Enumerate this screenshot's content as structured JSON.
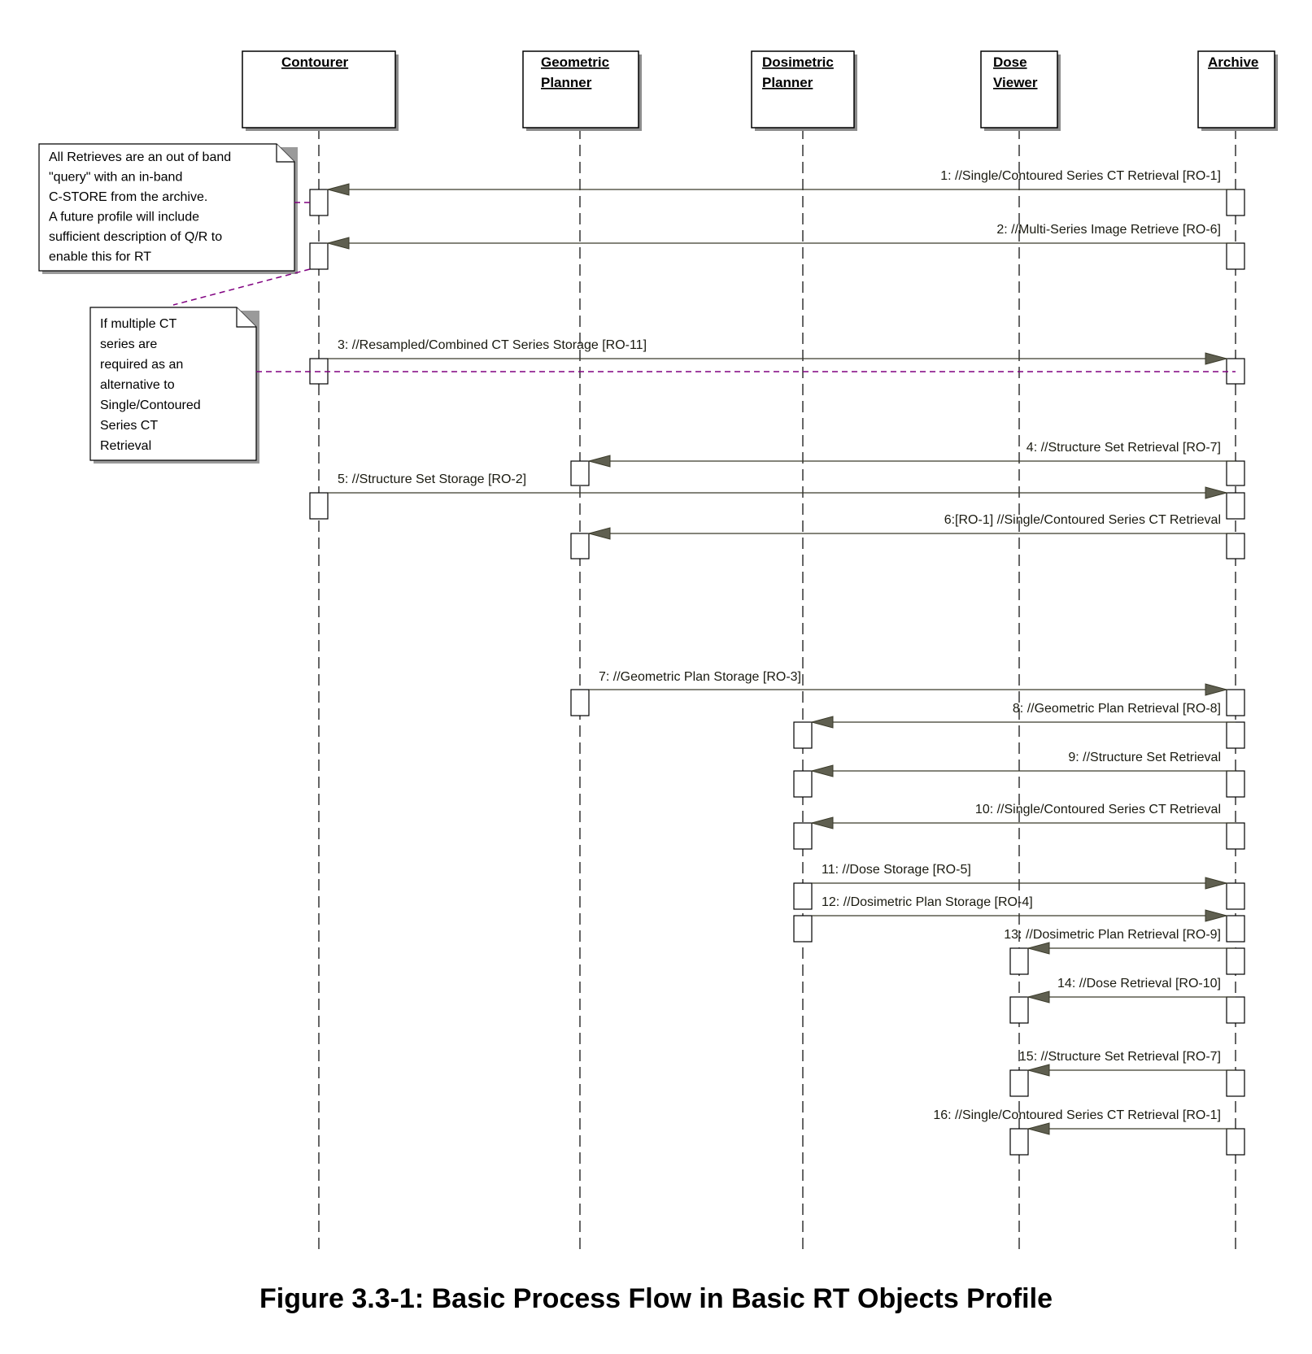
{
  "caption": "Figure 3.3-1: Basic Process Flow in Basic RT Objects Profile",
  "colors": {
    "connector": "#800080",
    "arrow_fill": "#5f5f50"
  },
  "actors": [
    {
      "id": "contourer",
      "lines": [
        "Contourer"
      ]
    },
    {
      "id": "geometric-planner",
      "lines": [
        "Geometric",
        "Planner"
      ]
    },
    {
      "id": "dosimetric-planner",
      "lines": [
        "Dosimetric",
        "Planner"
      ]
    },
    {
      "id": "dose-viewer",
      "lines": [
        "Dose",
        "Viewer"
      ]
    },
    {
      "id": "archive",
      "lines": [
        "Archive"
      ]
    }
  ],
  "messages": [
    {
      "n": 1,
      "label": "1: //Single/Contoured Series CT Retrieval [RO-1]",
      "from": "archive",
      "to": "contourer"
    },
    {
      "n": 2,
      "label": "2: //Multi-Series Image Retrieve [RO-6]",
      "from": "archive",
      "to": "contourer"
    },
    {
      "n": 3,
      "label": "3: //Resampled/Combined CT Series Storage [RO-11]",
      "from": "contourer",
      "to": "archive"
    },
    {
      "n": 4,
      "label": "4: //Structure Set Retrieval [RO-7]",
      "from": "archive",
      "to": "geometric-planner"
    },
    {
      "n": 5,
      "label": "5: //Structure Set Storage [RO-2]",
      "from": "contourer",
      "to": "archive"
    },
    {
      "n": 6,
      "label": "6:[RO-1] //Single/Contoured Series CT Retrieval",
      "from": "archive",
      "to": "geometric-planner"
    },
    {
      "n": 7,
      "label": "7: //Geometric Plan Storage [RO-3]",
      "from": "geometric-planner",
      "to": "archive"
    },
    {
      "n": 8,
      "label": "8: //Geometric Plan Retrieval [RO-8]",
      "from": "archive",
      "to": "dosimetric-planner"
    },
    {
      "n": 9,
      "label": "9: //Structure Set Retrieval",
      "from": "archive",
      "to": "dosimetric-planner"
    },
    {
      "n": 10,
      "label": "10: //Single/Contoured Series CT Retrieval",
      "from": "archive",
      "to": "dosimetric-planner"
    },
    {
      "n": 11,
      "label": "11: //Dose Storage [RO-5]",
      "from": "dosimetric-planner",
      "to": "archive"
    },
    {
      "n": 12,
      "label": "12: //Dosimetric Plan Storage [RO-4]",
      "from": "dosimetric-planner",
      "to": "archive"
    },
    {
      "n": 13,
      "label": "13: //Dosimetric Plan Retrieval [RO-9]",
      "from": "archive",
      "to": "dose-viewer"
    },
    {
      "n": 14,
      "label": "14: //Dose Retrieval [RO-10]",
      "from": "archive",
      "to": "dose-viewer"
    },
    {
      "n": 15,
      "label": "15: //Structure Set Retrieval [RO-7]",
      "from": "archive",
      "to": "dose-viewer"
    },
    {
      "n": 16,
      "label": "16: //Single/Contoured Series CT Retrieval [RO-1]",
      "from": "archive",
      "to": "dose-viewer"
    }
  ],
  "notes": [
    {
      "id": "note-retrieves",
      "lines": [
        "All Retrieves are an out of band",
        "\"query\" with an in-band",
        "C-STORE from the archive.",
        "A future profile will include",
        "sufficient description of Q/R to",
        "enable this for RT"
      ]
    },
    {
      "id": "note-multiple-ct",
      "lines": [
        "If multiple CT",
        "series are",
        "required as an",
        "alternative to",
        "Single/Contoured",
        "Series CT",
        "Retrieval"
      ]
    }
  ]
}
